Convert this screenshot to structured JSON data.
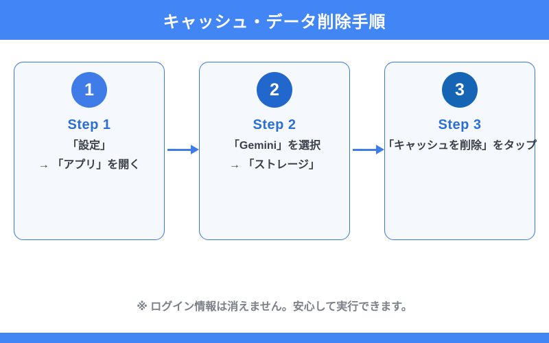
{
  "header": {
    "title": "キャッシュ・データ削除手順",
    "bg_color": "#4285f4",
    "text_color": "#ffffff"
  },
  "steps": [
    {
      "number": "1",
      "title": "Step 1",
      "circle_color": "#3f7ce8",
      "lines": [
        "「設定」",
        "→ 「アプリ」を開く"
      ]
    },
    {
      "number": "2",
      "title": "Step 2",
      "circle_color": "#2268cc",
      "lines": [
        "「Gemini」を選択",
        "→ 「ストレージ」"
      ]
    },
    {
      "number": "3",
      "title": "Step 3",
      "circle_color": "#1565b4",
      "lines": [
        "「キャッシュを削除」をタップ"
      ]
    }
  ],
  "footer": {
    "note": "※ ログイン情報は消えません。安心して実行できます。",
    "bar_color": "#4285f4"
  },
  "colors": {
    "step_title": "#2b6fd6",
    "description": "#3a4049",
    "note": "#7b8088",
    "card_border": "#3b76dd",
    "card_bg": "#f5f8fc",
    "arrow": "#3e7ce8"
  }
}
